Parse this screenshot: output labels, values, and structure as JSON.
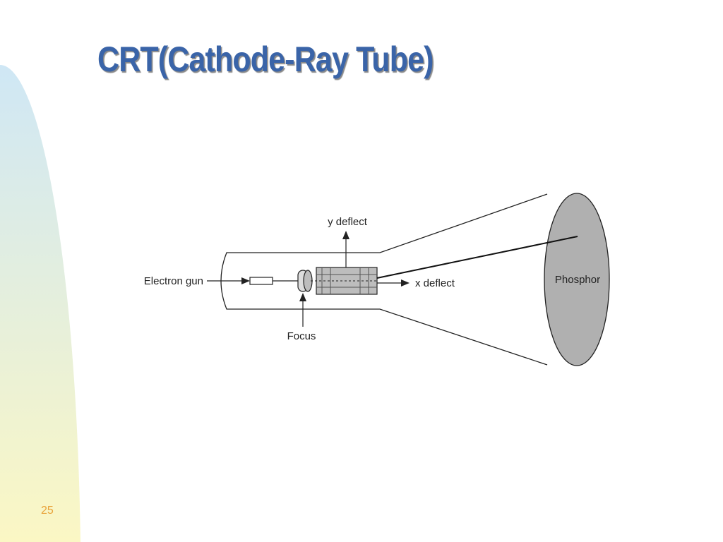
{
  "slide": {
    "title": "CRT(Cathode-Ray Tube)",
    "number": "25"
  },
  "diagram": {
    "labels": {
      "electron_gun": "Electron gun",
      "y_deflect": "y deflect",
      "x_deflect": "x deflect",
      "focus": "Focus",
      "phosphor": "Phosphor"
    }
  },
  "colors": {
    "title": "#3a64a8",
    "slide_number": "#e8a33a",
    "band_top": "#cfe7f5",
    "band_bottom": "#fbf7c4",
    "line": "#222222",
    "screen_fill": "#b0b0b0",
    "plate_fill": "#bdbdbd"
  }
}
